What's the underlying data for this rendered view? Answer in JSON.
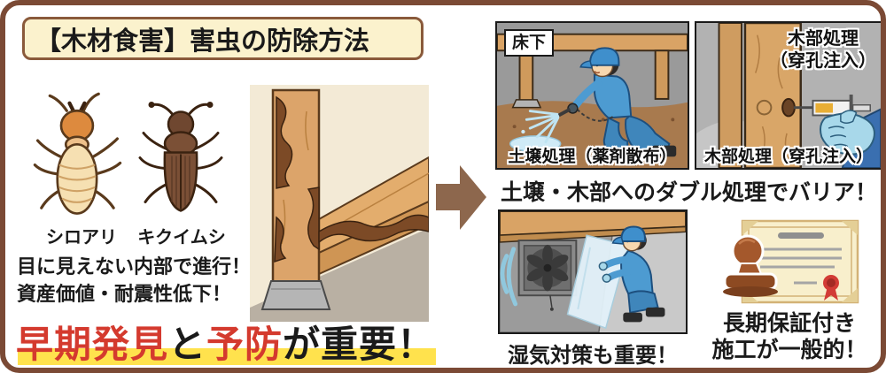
{
  "header": {
    "title": "【木材食害】害虫の防除方法"
  },
  "pests": {
    "items": [
      {
        "label": "シロアリ",
        "icon": "termite-icon"
      },
      {
        "label": "キクイムシ",
        "icon": "wood-borer-beetle-icon"
      }
    ],
    "warning_lines": [
      "目に見えない内部で進行！",
      "資産価値・耐震性低下！"
    ],
    "slogan_segments": [
      {
        "text": "早期発見",
        "emphasis": "red"
      },
      {
        "text": "と",
        "emphasis": "black"
      },
      {
        "text": "予防",
        "emphasis": "red"
      },
      {
        "text": "が重要！",
        "emphasis": "black"
      }
    ]
  },
  "damage_illustration": {
    "icon": "termite-damaged-post-illustration"
  },
  "arrow": {
    "icon": "right-arrow-icon"
  },
  "treatment": {
    "underfloor_panel": {
      "corner_label": "床下",
      "caption": "土壌処理（薬剤散布）",
      "icon": "worker-spraying-soil-illustration"
    },
    "wood_panel": {
      "label_line1": "木部処理",
      "label_line2": "（穿孔注入）",
      "caption": "木部処理（穿孔注入）",
      "icon": "syringe-wood-injection-illustration"
    },
    "barrier_text": "土壌・木部へのダブル処理でバリア！",
    "moisture_panel": {
      "caption": "湿気対策も重要！",
      "icon": "ventilation-fan-worker-illustration"
    },
    "warranty": {
      "caption_line1": "長期保証付き",
      "caption_line2": "施工が一般的！",
      "icon": "warranty-certificate-stamp-illustration"
    }
  },
  "colors": {
    "frame_border": "#7b4a35",
    "title_box_bg": "#fbf2cd",
    "title_box_border": "#8a5a3b",
    "accent_red": "#d43a2e",
    "highlight_yellow": "#ffe24d",
    "arrow_brown": "#8d674d"
  }
}
